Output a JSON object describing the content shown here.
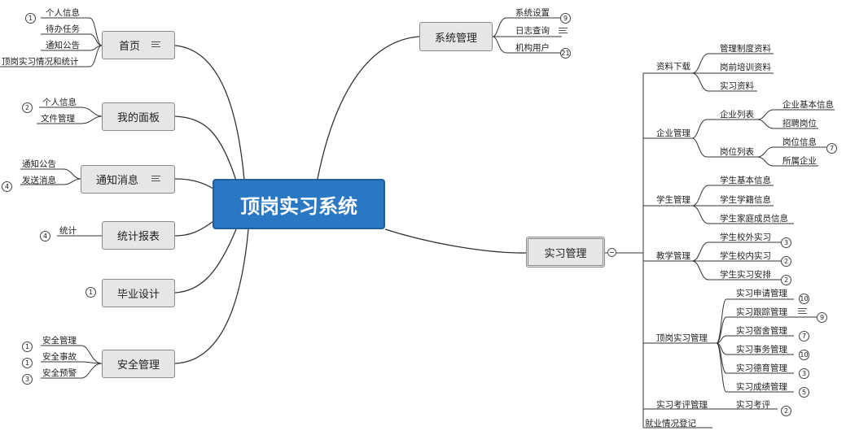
{
  "root": {
    "label": "顶岗实习系统"
  },
  "left": {
    "homepage": {
      "label": "首页",
      "children": [
        "个人信息",
        "待办任务",
        "通知公告",
        "顶岗实习情况和统计"
      ],
      "badge": "1"
    },
    "dashboard": {
      "label": "我的面板",
      "children": [
        "个人信息",
        "文件管理"
      ],
      "badge": "2"
    },
    "notices": {
      "label": "通知消息",
      "children": [
        "通知公告",
        "发送消息"
      ],
      "badge": "4"
    },
    "reports": {
      "label": "统计报表",
      "children": [
        "统计"
      ],
      "badge": "4"
    },
    "graduation": {
      "label": "毕业设计",
      "badge": "1"
    },
    "safety": {
      "label": "安全管理",
      "children": [
        "安全管理",
        "安全事故",
        "安全预警"
      ],
      "badges": [
        "1",
        "1",
        "3"
      ]
    }
  },
  "system": {
    "label": "系统管理",
    "children": [
      "系统设置",
      "日志查询",
      "机构用户"
    ],
    "badges": [
      "9",
      "21"
    ]
  },
  "internship": {
    "label": "实习管理",
    "downloads": {
      "label": "资料下载",
      "children": [
        "管理制度资料",
        "岗前培训资料",
        "实习资料"
      ]
    },
    "enterprise": {
      "label": "企业管理",
      "list": "企业列表",
      "list_children": [
        "企业基本信息",
        "招聘岗位"
      ],
      "posts": "岗位列表",
      "post_children": [
        "岗位信息",
        "所属企业"
      ],
      "badge": "7"
    },
    "students": {
      "label": "学生管理",
      "children": [
        "学生基本信息",
        "学生学籍信息",
        "学生家庭成员信息"
      ]
    },
    "teaching": {
      "label": "教学管理",
      "children": [
        "学生校外实习",
        "学生校内实习",
        "学生实习安排"
      ],
      "badges": [
        "3",
        "2",
        "2"
      ]
    },
    "topjob": {
      "label": "顶岗实习管理",
      "children": [
        "实习申请管理",
        "实习跟踪管理",
        "实习宿舍管理",
        "实习事务管理",
        "实习德育管理",
        "实习成绩管理"
      ],
      "badges": [
        "10",
        "9",
        "7",
        "10",
        "3",
        "5"
      ]
    },
    "evaluation": {
      "label": "实习考评管理",
      "child": "实习考评",
      "badge": "2"
    },
    "employment": {
      "label": "就业情况登记"
    }
  }
}
